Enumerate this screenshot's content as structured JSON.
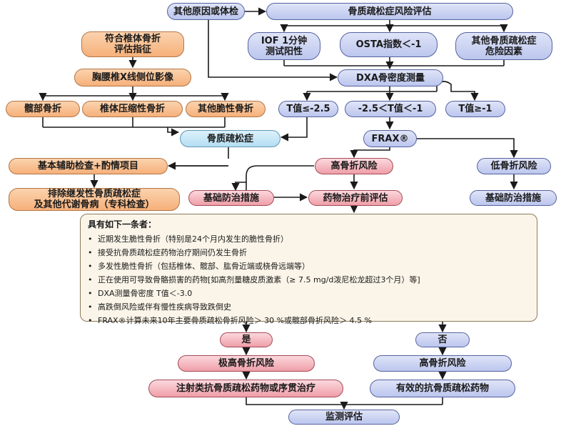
{
  "nodes": {
    "other_causes": "其他原因或体检",
    "risk_assessment": "骨质疏松症风险评估",
    "iof_test": [
      "IOF 1分钟",
      "测试阳性"
    ],
    "osta_index": "OSTA指数＜-1",
    "other_risk_factors": [
      "其他骨质疏松症",
      "危险因素"
    ],
    "vertebral_indication": [
      "符合椎体骨折",
      "评估指征"
    ],
    "spine_xray": "胸腰椎X线侧位影像",
    "dxa_test": "DXA骨密度测量",
    "hip_fracture": "髋部骨折",
    "vertebral_compression": "椎体压缩性骨折",
    "other_fragility": "其他脆性骨折",
    "t_low": "T值≤-2.5",
    "t_mid": "-2.5＜T值＜-1",
    "t_high": "T值≥-1",
    "osteoporosis": "骨质疏松症",
    "frax": "FRAX®",
    "basic_workup": "基本辅助检查+酌情项目",
    "high_risk": "高骨折风险",
    "low_risk": "低骨折风险",
    "exclude_secondary": [
      "排除继发性骨质疏松症",
      "及其他代谢骨病（专科检查）"
    ],
    "basic_prevention_left": "基础防治措施",
    "pre_drug_eval": "药物治疗前评估",
    "basic_prevention_right": "基础防治措施",
    "yes": "是",
    "no": "否",
    "very_high_risk": "极高骨折风险",
    "high_risk_bottom": "高骨折风险",
    "injectable_therapy": "注射类抗骨质疏松药物或序贯治疗",
    "effective_drugs": "有效的抗骨质疏松药物",
    "monitoring": "监测评估"
  },
  "criteria": {
    "title": "具有如下一条者：",
    "items": [
      "近期发生脆性骨折（特别是24个月内发生的脆性骨折）",
      "接受抗骨质疏松症药物治疗期间仍发生骨折",
      "多发性脆性骨折（包括椎体、髋部、肱骨近端或桡骨远端等）",
      "正在使用可导致骨骼损害的药物[如高剂量糖皮质激素（≥ 7.5 mg/d泼尼松龙超过3个月）等]",
      "DXA测量骨密度 T值＜-3.0",
      "高跌倒风险或伴有慢性疾病导致跌倒史",
      "FRAX®计算未来10年主要骨质疏松骨折风险＞ 30 %或髋部骨折风险＞ 4.5 %"
    ]
  },
  "colors": {
    "orange": "#f6b07a",
    "blue": "#bcc6ee",
    "cyan": "#b4def2",
    "pink": "#ef9ea8",
    "criteria_bg": "#fbf5e9",
    "arrow": "#1a1a1a"
  }
}
